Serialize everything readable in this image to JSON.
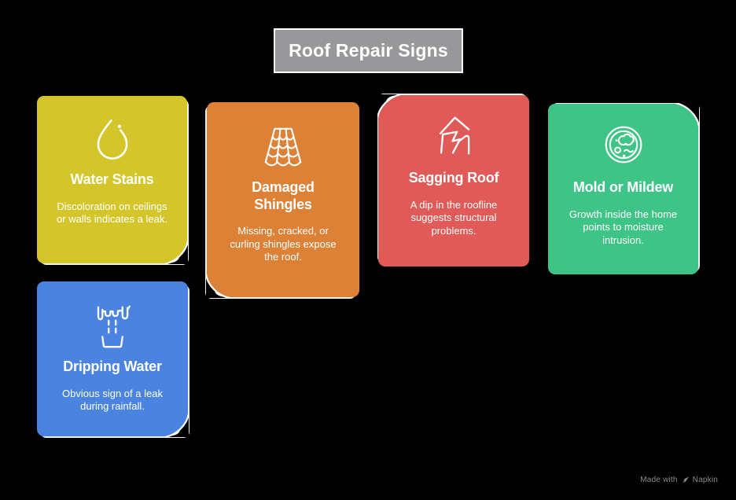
{
  "page": {
    "background": "#000000"
  },
  "header": {
    "title": "Roof Repair Signs",
    "bg": "#98989B",
    "border_color": "#FFFFFF"
  },
  "cards": [
    {
      "id": "water-stains",
      "title": "Water Stains",
      "body": "Discoloration on ceilings or walls indicates a leak.",
      "color": "#D4C62A",
      "icon": "water-drop-icon",
      "curl_corner": "bottom-right"
    },
    {
      "id": "damaged-shingles",
      "title": "Damaged Shingles",
      "body": "Missing, cracked, or curling shingles expose the roof.",
      "color": "#DD8137",
      "icon": "roof-shingles-icon",
      "curl_corner": "bottom-left"
    },
    {
      "id": "sagging-roof",
      "title": "Sagging Roof",
      "body": "A dip in the roofline suggests structural problems.",
      "color": "#E05A57",
      "icon": "sagging-house-icon",
      "curl_corner": "top-left"
    },
    {
      "id": "mold-or-mildew",
      "title": "Mold or Mildew",
      "body": "Growth inside the home points to moisture intrusion.",
      "color": "#3FC487",
      "icon": "petri-dish-icon",
      "curl_corner": "top-right"
    },
    {
      "id": "dripping-water",
      "title": "Dripping Water",
      "body": "Obvious sign of a leak during rainfall.",
      "color": "#4A84E0",
      "icon": "ceiling-drip-icon",
      "curl_corner": "bottom-right"
    }
  ],
  "footer": {
    "made_with": "Made with",
    "brand": "Napkin",
    "text_color": "#8B8B8B"
  }
}
